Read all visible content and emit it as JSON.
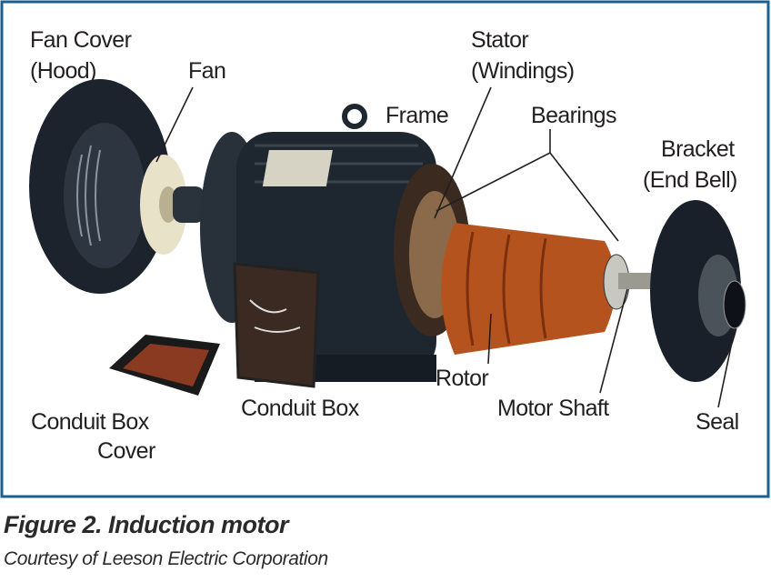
{
  "figure": {
    "labels": {
      "fan_cover_1": "Fan Cover",
      "fan_cover_2": "(Hood)",
      "fan": "Fan",
      "stator_1": "Stator",
      "stator_2": "(Windings)",
      "frame": "Frame",
      "bearings": "Bearings",
      "bracket_1": "Bracket",
      "bracket_2": "(End Bell)",
      "rotor": "Rotor",
      "conduit_box": "Conduit Box",
      "motor_shaft": "Motor Shaft",
      "seal": "Seal",
      "conduit_cover_1": "Conduit Box",
      "conduit_cover_2": "Cover"
    },
    "colors": {
      "border": "#1f5f8f",
      "rotor": "#b5531f",
      "metal": "#1e2630"
    }
  },
  "caption": {
    "title": "Figure 2.  Induction motor",
    "credit": "Courtesy of Leeson Electric Corporation"
  }
}
